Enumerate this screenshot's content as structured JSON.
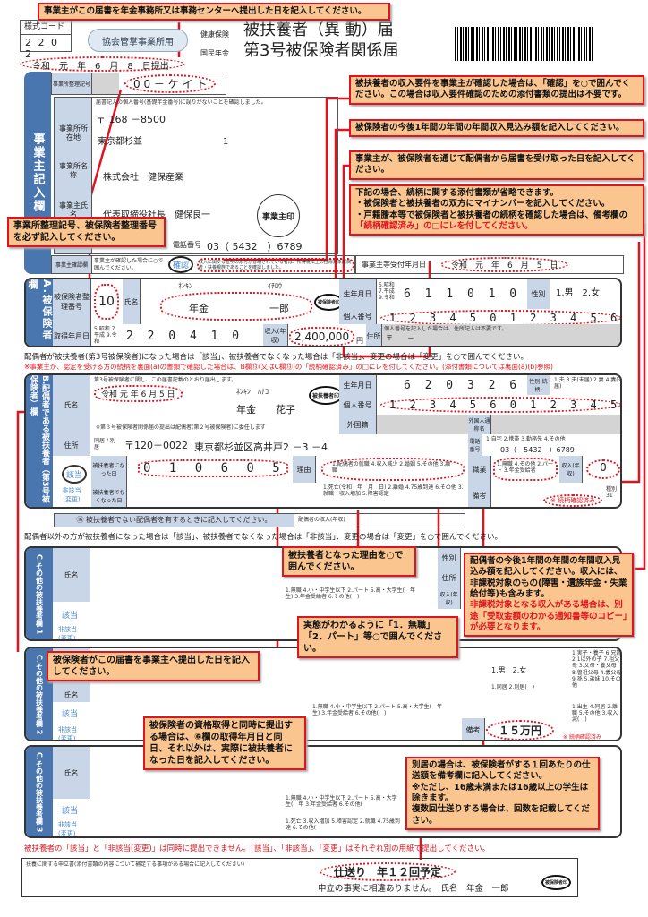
{
  "header": {
    "form_code_label": "様式コード",
    "form_code": "2 2 0 2",
    "association": "協会管掌事業所用",
    "health": "健康保険",
    "pension": "国民年金",
    "title1": "被扶養者（異 動）届",
    "title2": "第3号被保険者関係届",
    "submit_date": "令和　元　年　6　月　8　日提出"
  },
  "employer": {
    "side": "事業主記入欄",
    "office_code_label": "事業所整理記号",
    "office_code": "0 0 － ケ イ ト",
    "confirm_note": "届書記入の個人番号(基礎年金番号)に誤りがないことを確認しました。",
    "addr_label": "事業所所在地",
    "postal": "〒 168 －8500",
    "address": "東京都杉並　　　　　　　　　1",
    "name_label": "事業所名称",
    "company": "株式会社　健保産業",
    "owner_label": "事業主氏名",
    "owner": "代表取締役社長　健保良一",
    "seal": "事業主印",
    "phone_label": "電話番号",
    "phone": "03（ 5432　）6789",
    "check_label": "事業主確認欄",
    "check_text": "事業主が確認した場合に○で囲んでください。",
    "check_mark": "確認",
    "check_note": "収入に関する証明の添付が省略されている者は、所得税法上の控除対象配偶者・扶養親族であることを確認しました。",
    "received_label": "事業主等受付年月日",
    "received_date": "令和　元　年　6　月　5　日"
  },
  "insured": {
    "side": "A.被保険者欄",
    "no_label": "被保険者整理番号",
    "no": "10",
    "name_label": "氏名",
    "kana_sei": "ﾈﾝｷﾝ",
    "kana_mei": "ｲﾁﾛｳ",
    "sei": "年金",
    "mei": "一郎",
    "seal": "被保険者印",
    "birth_label": "生年月日",
    "era_opts": "5.昭和 7.平成 9.令和",
    "birth": "6 1 1 0 1 0",
    "sex_label": "性別",
    "sex": "1.男　2.女",
    "mynumber_label": "個人番号",
    "mynumber": "1 2 3 4 5 0 1 2 3 4 5 6",
    "acq_label": "取得年月日",
    "acq": "2 2 0 4 1 0",
    "income_label": "収入(年収)",
    "income": "2,400,000",
    "yen": "円",
    "addr_label": "住所",
    "addr_note": "個人番号を記入した場合は、住所記入は不要です。",
    "addr": "〒　　－"
  },
  "notes": {
    "spouse": "配偶者が被扶養者(第3号被保険者)になった場合は「該当」、被扶養者でなくなった場合は「非該当」、変更の場合は「変更」を○で囲んでください。",
    "spouse_red": "※事業主が、認定を受ける方の続柄を裏面(a)の書類で確認した場合は、B欄⑬(又はC欄⑬)の「続柄確認済み」の□にレを付してください。(添付書類については裏面(a)(b)参照)",
    "others": "配偶者以外の方が被扶養者になった場合は「該当」、被扶養者でなくなった場合は「非該当」、変更の場合は「変更」を○で囲んでください。",
    "bottom_red": "被扶養者の「該当」と「非該当(変更)」は同時に提出できません。「該当」、「非該当」、「変更」はそれぞれ別の用紙で提出してください。"
  },
  "spouse": {
    "side": "B.配偶者である被扶養者（第3号被保険者）欄",
    "declare": "第3号被保険者に関し、この届書記載のとおり届出します。",
    "date": "令和 元 年 6 月 5 日",
    "name_label": "氏名",
    "kana": "ﾈﾝｷﾝ　ﾊﾅｺ",
    "name": "年金　　花子",
    "seal": "被扶養者印",
    "delegate": "※第３号被保険者関係届の提出は配偶者(第２号被保険者)に委任します",
    "birth_label": "生年月日",
    "birth": "6 2 0 3 2 6",
    "rel_label": "性別(続柄)",
    "rel": "1.夫 3.夫(未届) 2.妻 4.妻(未届)",
    "mynumber_label": "個人番号",
    "mynumber": "1 2 3 4 5 6 0 1 2 3 4 5",
    "foreign_label": "外国籍",
    "foreign_name_label": "外国人通称名",
    "addr_label": "住所",
    "addr_opt": "同居 / 別居",
    "postal": "〒120－0022",
    "address": "東京都杉並区高井戸2 －3 －4",
    "tel_label": "電話番号",
    "tel_opts": "1.自宅 2.携帯 3.勤務先 4.その他",
    "tel": "03（　5432　）6789",
    "applies": "該当",
    "not_applies": "非該当(変更)",
    "became_label": "被扶養者になった日",
    "became": "0 1 0 6 0 5",
    "reason_label": "理由",
    "reasons": "1.配偶者の就職 4.収入減少 2.婚姻 5.その他 3.離職",
    "job_label": "職業",
    "jobs": "1.無職 4.その他 2.パート 3.年金受給者",
    "income_label": "収入(年収)",
    "income": "0",
    "yen": "円",
    "lost_label": "被扶養者でなくなった日",
    "lost_reasons": "1.死亡(令和　年　月　日) 2.離婚 4.75歳到達 6.その他 3.就職・収入増加 5.障害認定",
    "memo_label": "備考",
    "confirmed": "※ 続柄確認済み",
    "kind": "種別 31",
    "non_dep_spouse": "⑯ 被扶養者でない配偶者を有するときに記入してください。",
    "non_dep_income": "配偶者の収入(年収)"
  },
  "others": [
    {
      "side": "C.その他の被扶養者欄 1",
      "name_label": "氏名",
      "applies": "該当",
      "not_applies": "非該当(変更)",
      "jobs": "1.無職 4.小・中学生以下 2.パート 5.高・大学生(　年生) 3.年金受給者 6.その他(　)",
      "sex_label": "性別",
      "addr_label": "住所",
      "income_label": "収入(年収)"
    },
    {
      "side": "C.その他の被扶養者欄 2",
      "name_label": "氏名",
      "applies": "該当",
      "not_applies": "非該当(変更)",
      "jobs": "1.無職 4.小・中学生以下 2.パート 5.高・大学生(　年生) 3.年金受給者 6.その他(　)",
      "sex": "1.男　2.女",
      "rel": "1.実子・養子 6.兄姉 2.1以外の子 7.祖父母 3.父母・養父母 8.曽祖父母 4.義父母 9.孫 5.弟妹 10.その他",
      "addr": "1.同居 2.別居(　)",
      "reasons": "1.出生 4.同居 2.離職 5.その他 3.収入減(　)",
      "memo_label": "備考",
      "memo": "１５万円",
      "confirmed": "※ 続柄確認済み"
    },
    {
      "side": "C.その他の被扶養者欄 3",
      "name_label": "氏名",
      "applies": "該当",
      "not_applies": "非該当(変更)",
      "jobs": "1.無職 4.小・中学生以下 2.パート 5.高・大学生(　年 3.年金受給者 6.その他(",
      "lost": "1.死亡 3.収入増加 5.障害認定 2.就職 4.75歳到達 6.その他("
    }
  ],
  "statement": {
    "label": "扶養に関する申立書(添付書類の内容について補足する事項がある場合に記入してください)",
    "content": "仕送り　年１２回予定",
    "sign": "申立の事実に相違ありません。　氏名　年金　一郎",
    "seal": "被保険者印"
  },
  "callouts": {
    "submit_date": "事業主がこの届書を年金事務所又は事務センターへ提出した日を記入してください。",
    "income_check": "被扶養者の収入要件を事業主が確認した場合は、「確認」を○で囲んでください。この場合は収入要件確認のための添付書類の提出は不要です。",
    "insured_income": "被保険者の今後1年間の年間の年間収入見込み額を記入してください。",
    "received": "事業主が、被保険者を通じて配偶者から届書を受け取った日を記入してください。",
    "omit1": "下記の場合、続柄に関する添付書類が省略できます。",
    "omit2": "・被保険者と被扶養者の双方にマイナンバーを記入してください。",
    "omit3": "・戸籍謄本等で被保険者と被扶養者の続柄を確認した場合は、備考欄の",
    "omit4": "「続柄確認済み」の□にレを付してください。",
    "office_code": "事業所整理記号、被保険者整理番号を必ず記入してください。",
    "reason": "被扶養者となった理由を○で囲んでください。",
    "spouse_income": "配偶者の今後1年間の年間の年間収入見込み額を記入してください。収入には、非課税対象のもの(障害・遺族年金・失業給付等)も含みます。",
    "spouse_income_red": "非課税対象となる収入がある場合は、別途「受取金額のわかる通知書等のコピー」が必要となります。",
    "job": "実態がわかるように「1．無職」「2．パート」等○で囲んでください。",
    "insured_submit": "被保険者がこの届書を事業主へ提出した日を記入してください。",
    "same_day": "被保険者の資格取得と同時に提出する場合は、⑥欄の取得年月日と同日、それ以外は、実際に被扶養者になった日を記入してください。",
    "separate1": "別居の場合は、被保険者がする１回あたりの仕送額を備考欄に記入してください。",
    "separate2": "※ただし、16歳未満または16歳以上の学生は除きます。",
    "separate3": "複数回仕送りする場合は、回数を記載してください。"
  },
  "colors": {
    "red": "#e0141e",
    "callout": "#fbc58f",
    "blue": "#4a76b0",
    "label": "#c9d6e8"
  }
}
